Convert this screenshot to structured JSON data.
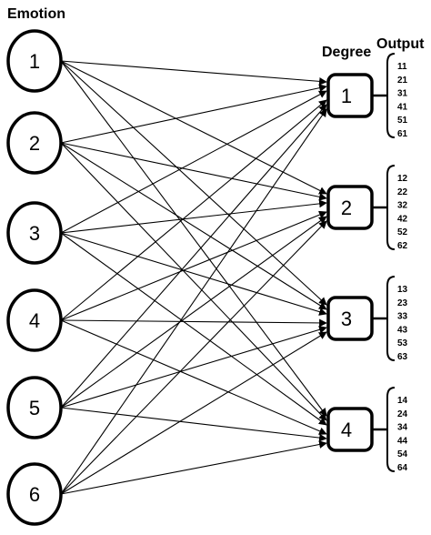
{
  "emotion_header": "Emotion",
  "degree_header": "Degree",
  "output_header": "Output",
  "emotions": [
    "1",
    "2",
    "3",
    "4",
    "5",
    "6"
  ],
  "degrees": [
    "1",
    "2",
    "3",
    "4"
  ],
  "outputs": [
    [
      "11",
      "21",
      "31",
      "41",
      "51",
      "61"
    ],
    [
      "12",
      "22",
      "32",
      "42",
      "52",
      "62"
    ],
    [
      "13",
      "23",
      "33",
      "43",
      "53",
      "63"
    ],
    [
      "14",
      "24",
      "34",
      "44",
      "54",
      "64"
    ]
  ],
  "colors": {
    "stroke": "#000000",
    "background": "#ffffff"
  }
}
